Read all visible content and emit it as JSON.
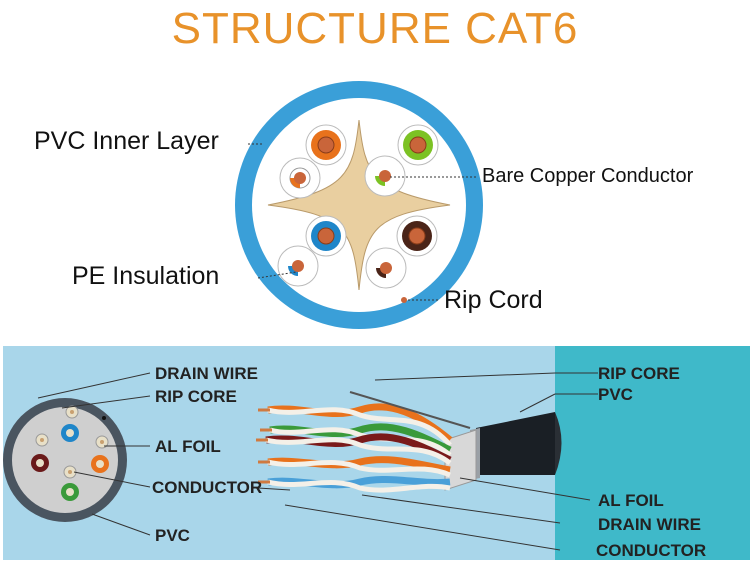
{
  "title": "STRUCTURE CAT6",
  "top_labels": {
    "pvc_inner": "PVC Inner Layer",
    "bare_copper": "Bare Copper Conductor",
    "pe_insulation": "PE Insulation",
    "rip_cord": "Rip Cord"
  },
  "bottom_left_labels": {
    "drain_wire": "DRAIN WIRE",
    "rip_core": "RIP CORE",
    "al_foil": "AL FOIL",
    "conductor": "CONDUCTOR",
    "pvc": "PVC"
  },
  "bottom_right_labels": {
    "rip_core": "RIP CORE",
    "pvc": "PVC",
    "al_foil": "AL FOIL",
    "drain_wire": "DRAIN WIRE",
    "conductor": "CONDUCTOR"
  },
  "colors": {
    "title": "#e8922a",
    "jacket_ring": "#3a9fd8",
    "cross_filler": "#e9cfa0",
    "orange": "#e8721c",
    "green": "#7cc224",
    "blue": "#1f86c9",
    "brown": "#4a2418",
    "panel_bg": "#a9d6ea",
    "panel_right": "#3fb9c9"
  }
}
